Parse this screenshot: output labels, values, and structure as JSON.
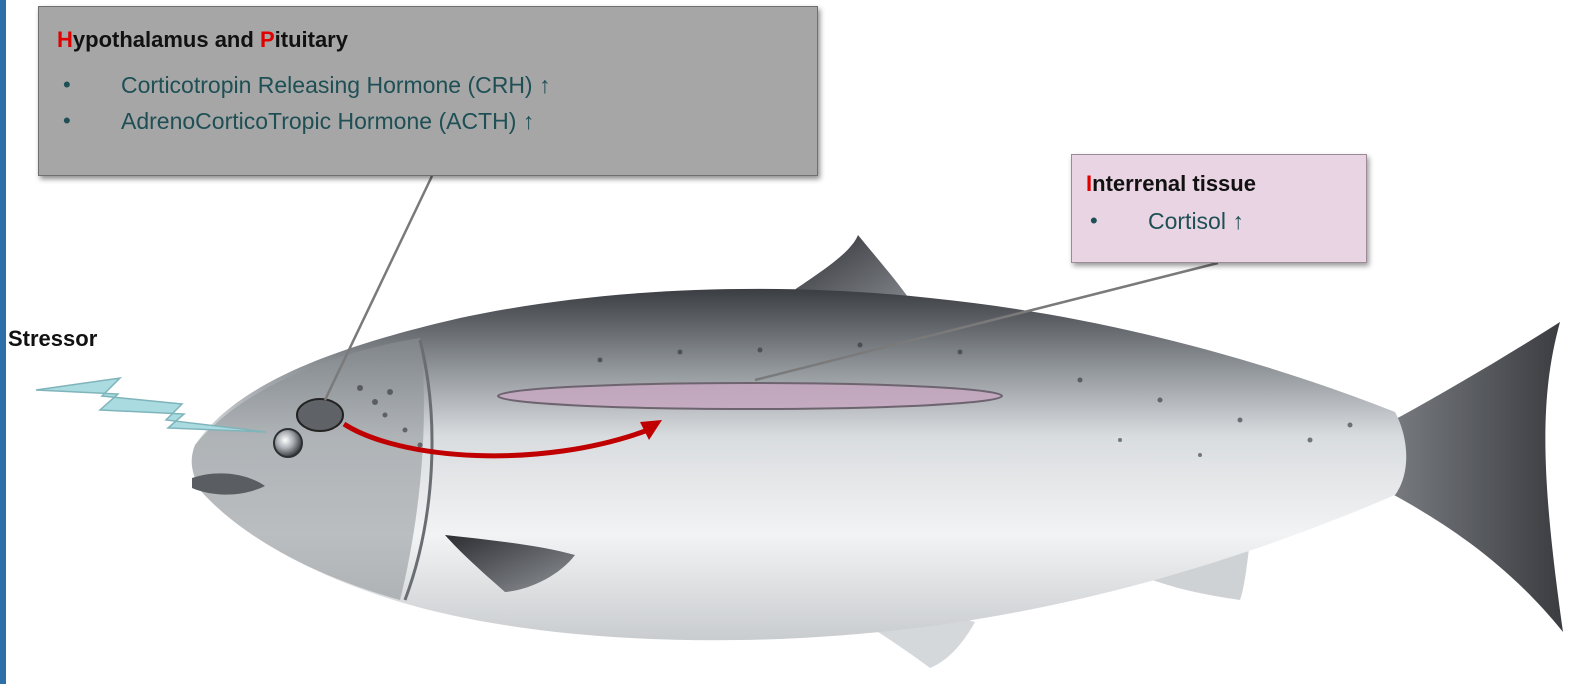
{
  "stressor": {
    "label": "Stressor"
  },
  "hypothalamus_box": {
    "title_initial_1": "H",
    "title_rest_1": "ypothalamus and ",
    "title_initial_2": "P",
    "title_rest_2": "ituitary",
    "items": [
      {
        "bullet": "•",
        "text": "Corticotropin Releasing Hormone (CRH) ↑"
      },
      {
        "bullet": "•",
        "text": "AdrenoCorticoTropic Hormone (ACTH) ↑"
      }
    ]
  },
  "interrenal_box": {
    "title_initial": "I",
    "title_rest": "nterrenal tissue",
    "items": [
      {
        "bullet": "•",
        "text": "Cortisol ↑"
      }
    ]
  },
  "colors": {
    "initial_red": "#e00000",
    "arrow_red": "#c00000",
    "hp_box_fill": "#a6a6a6",
    "interrenal_box_fill": "#e8d4e2",
    "interrenal_ellipse": "#c8a6c0",
    "lightning": "#a9dbe0"
  }
}
